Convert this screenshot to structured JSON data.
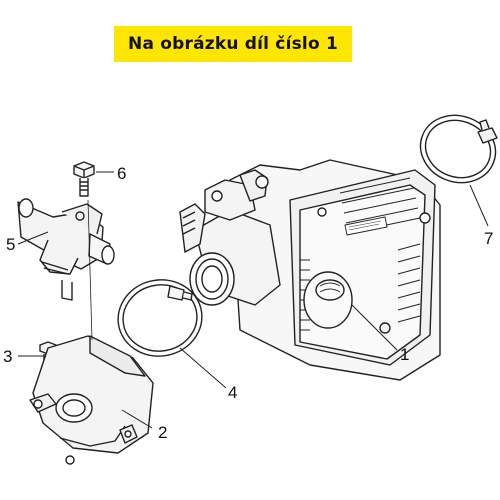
{
  "header": {
    "title": "Na obrázku díl číslo 1"
  },
  "callouts": [
    {
      "number": "1"
    },
    {
      "number": "2"
    },
    {
      "number": "3"
    },
    {
      "number": "4"
    },
    {
      "number": "5"
    },
    {
      "number": "6"
    },
    {
      "number": "7"
    }
  ],
  "colors": {
    "banner": "#ffe600",
    "line": "#222222",
    "part_fill": "#f4f4f4"
  }
}
